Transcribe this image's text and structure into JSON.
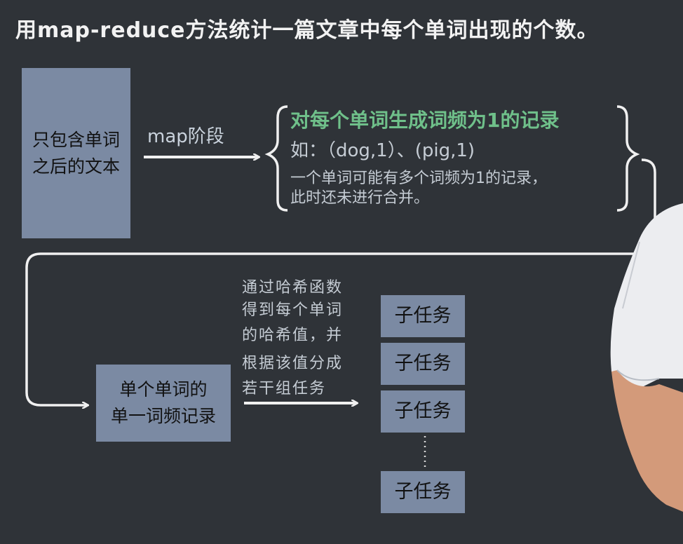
{
  "title": "用map-reduce方法统计一篇文章中每个单词出现的个数。",
  "colors": {
    "background": "#2f3338",
    "box_fill": "#7b8aa3",
    "arrow": "#f0f0f0",
    "highlight": "#6fc08a",
    "note_text": "#c5ccd4"
  },
  "stage1": {
    "box_lines": [
      "只包含单词",
      "之后的文本"
    ],
    "arrow_label": "map阶段"
  },
  "map_result": {
    "heading": "对每个单词生成词频为1的记录",
    "example": "如：（dog,1）、(pig,1)",
    "note_lines": [
      "一个单词可能有多个词频为1的记录，",
      "此时还未进行合并。"
    ]
  },
  "stage2": {
    "box_lines": [
      "单个单词的",
      "单一词频记录"
    ],
    "hash_note_lines": [
      "通过哈希函数",
      "得到每个单词",
      "的哈希值，并",
      "根据该值分成",
      "若干组任务"
    ]
  },
  "subtasks": [
    "子任务",
    "子任务",
    "子任务",
    "子任务"
  ],
  "ellipsis_icon": "vertical-dotted-line"
}
